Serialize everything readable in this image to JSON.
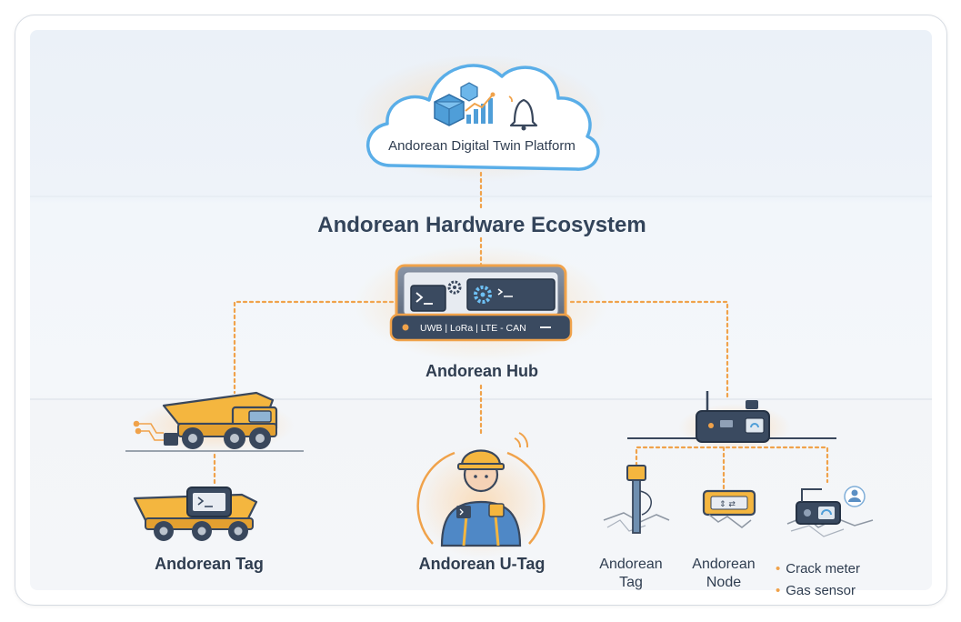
{
  "diagram": {
    "cloud_label": "Andorean Digital Twin Platform",
    "ecosystem_title": "Andorean Hardware Ecosystem",
    "hub": {
      "label": "Andorean Hub",
      "protocols": "UWB  |  LoRa  |  LTE - CAN"
    },
    "tag_label": "Andorean Tag",
    "utag_label": "Andorean U-Tag",
    "small_tag_label_line1": "Andorean",
    "small_tag_label_line2": "Tag",
    "node_label_line1": "Andorean",
    "node_label_line2": "Node",
    "sensor_items": [
      "Crack meter",
      "Gas sensor"
    ],
    "colors": {
      "accent_orange": "#f0a24a",
      "truck_yellow": "#f4b63f",
      "dark_navy": "#39475c",
      "cloud_blue": "#5aaee8"
    }
  }
}
